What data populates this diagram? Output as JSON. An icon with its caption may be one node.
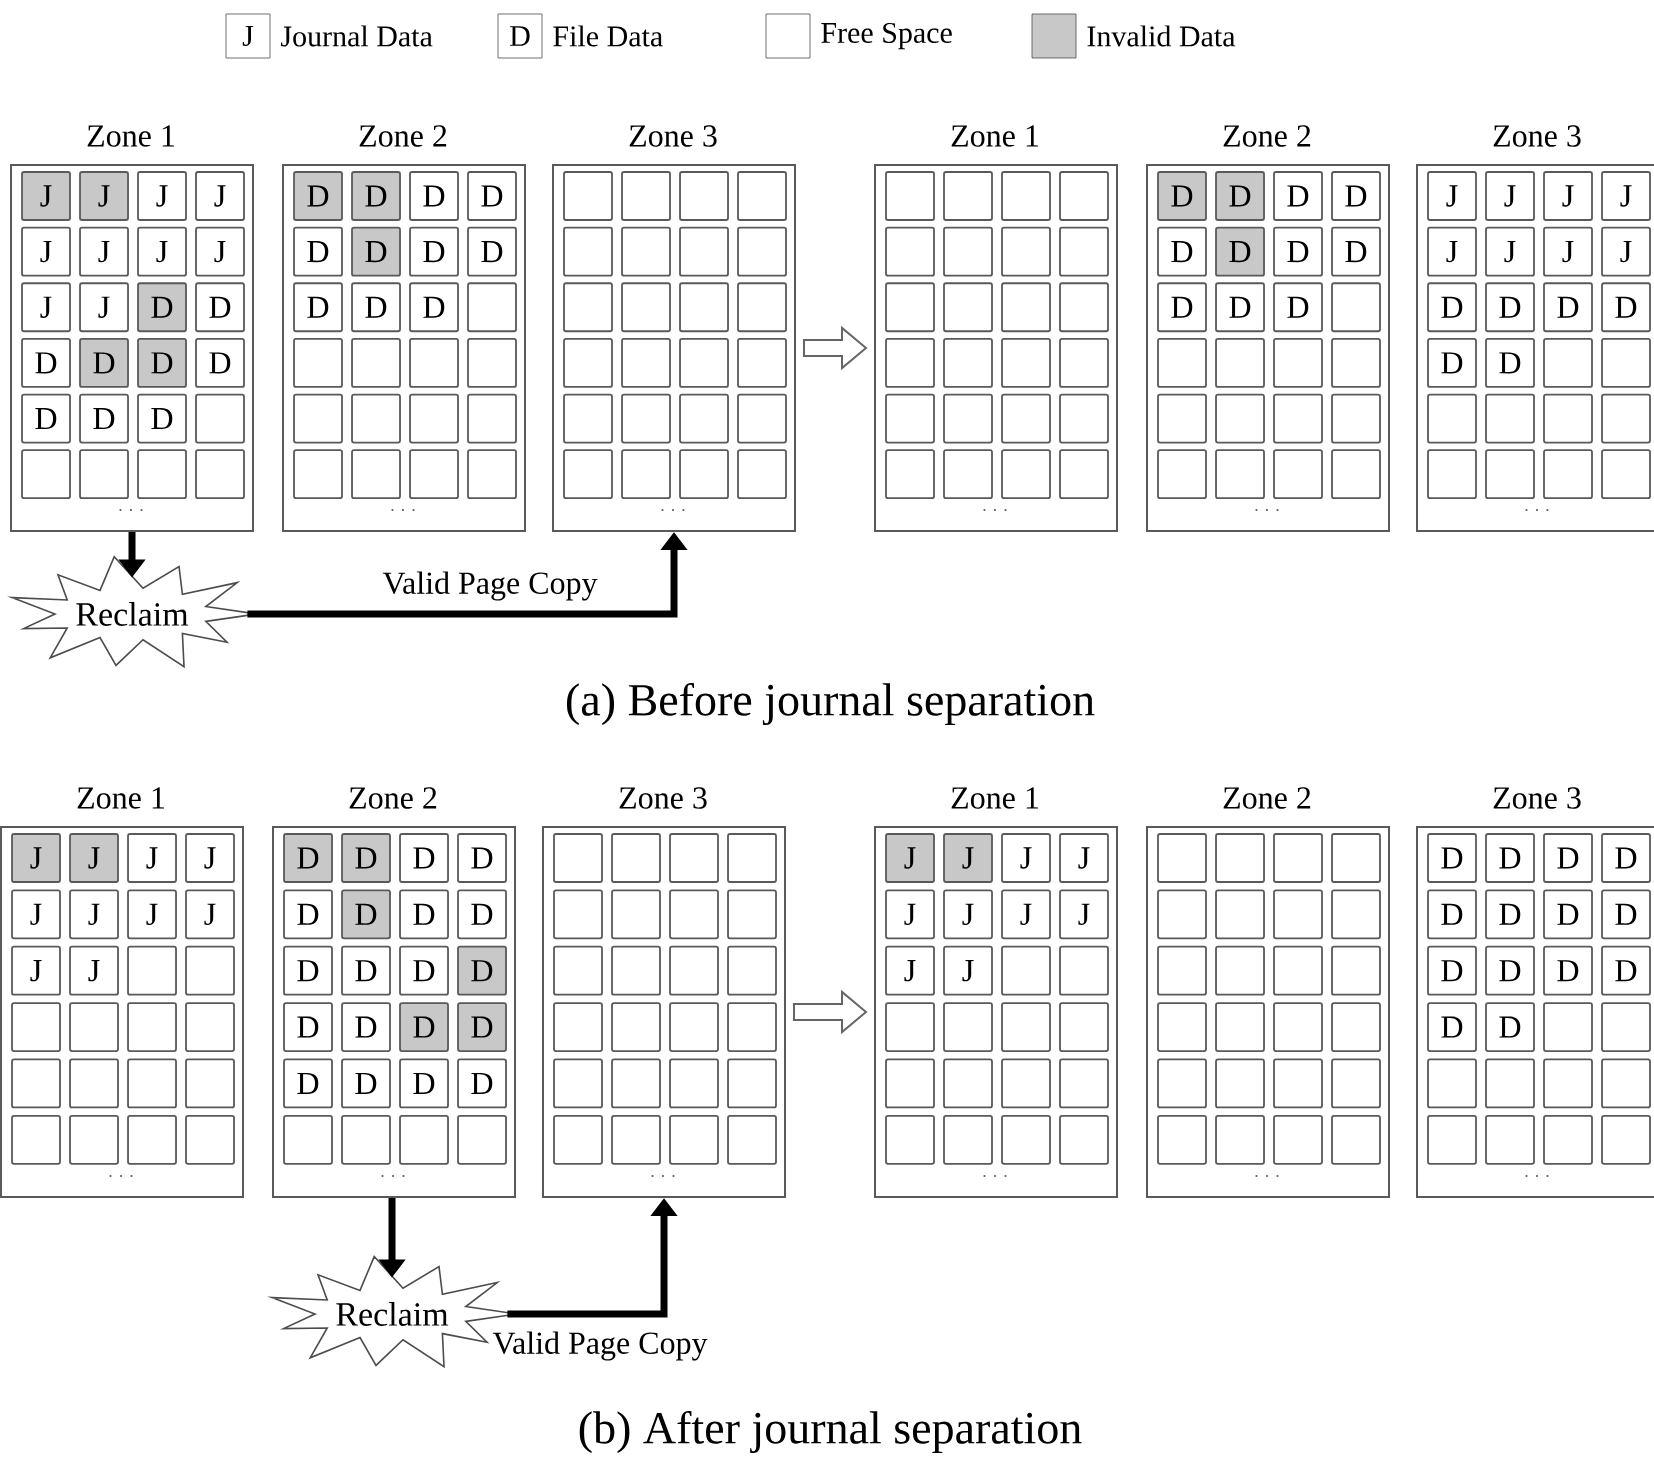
{
  "diagram": {
    "nodes": [
      {
        "text": [
          "Zone 1",
          ". . ."
        ]
      },
      {
        "text": [
          "J"
        ],
        "in": 0
      },
      {
        "text": [
          "J"
        ],
        "in": 0
      },
      {
        "text": [
          "J"
        ],
        "in": 0
      },
      {
        "text": [
          "J"
        ],
        "in": 0
      },
      {
        "text": [
          "J"
        ],
        "in": 0
      },
      {
        "text": [
          "J"
        ],
        "in": 0
      },
      {
        "text": [
          "J"
        ],
        "in": 0
      },
      {
        "text": [
          "J"
        ],
        "in": 0
      },
      {
        "text": [
          "J"
        ],
        "in": 0
      },
      {
        "text": [
          "J"
        ],
        "in": 0
      },
      {
        "text": [
          "D"
        ],
        "in": 0
      },
      {
        "text": [
          "D"
        ],
        "in": 0
      },
      {
        "text": [
          "D"
        ],
        "in": 0
      },
      {
        "text": [
          "D"
        ],
        "in": 0
      },
      {
        "text": [
          "D"
        ],
        "in": 0
      },
      {
        "text": [
          "D"
        ],
        "in": 0
      },
      {
        "text": [
          "D"
        ],
        "in": 0
      },
      {
        "text": [
          "D"
        ],
        "in": 0
      },
      {
        "text": [
          "D"
        ],
        "in": 0
      },
      {
        "text": [],
        "shape": "box",
        "in": 0
      },
      {
        "text": [],
        "shape": "box",
        "in": 0
      },
      {
        "text": [],
        "shape": "box",
        "in": 0
      },
      {
        "text": [],
        "shape": "box",
        "in": 0
      },
      {
        "text": [],
        "shape": "box",
        "in": 0
      },
      {
        "text": [
          "Zone 2",
          ". . ."
        ]
      },
      {
        "text": [
          "D"
        ],
        "in": 25
      },
      {
        "text": [
          "D"
        ],
        "in": 25
      },
      {
        "text": [
          "D"
        ],
        "in": 25
      },
      {
        "text": [
          "D"
        ],
        "in": 25
      },
      {
        "text": [
          "D"
        ],
        "in": 25
      },
      {
        "text": [
          "D"
        ],
        "in": 25
      },
      {
        "text": [
          "D"
        ],
        "in": 25
      },
      {
        "text": [
          "D"
        ],
        "in": 25
      },
      {
        "text": [
          "D"
        ],
        "in": 25
      },
      {
        "text": [
          "D"
        ],
        "in": 25
      },
      {
        "text": [
          "D"
        ],
        "in": 25
      },
      {
        "text": [],
        "shape": "box",
        "in": 25
      },
      {
        "text": [],
        "shape": "box",
        "in": 25
      },
      {
        "text": [],
        "shape": "box",
        "in": 25
      },
      {
        "text": [],
        "shape": "box",
        "in": 25
      },
      {
        "text": [],
        "shape": "box",
        "in": 25
      },
      {
        "text": [],
        "shape": "box",
        "in": 25
      },
      {
        "text": [],
        "shape": "box",
        "in": 25
      },
      {
        "text": [],
        "shape": "box",
        "in": 25
      },
      {
        "text": [],
        "shape": "box",
        "in": 25
      },
      {
        "text": [],
        "shape": "box",
        "in": 25
      },
      {
        "text": [],
        "shape": "box",
        "in": 25
      },
      {
        "text": [],
        "shape": "box",
        "in": 25
      },
      {
        "text": [],
        "shape": "box",
        "in": 25
      },
      {
        "text": [
          "Zone 3",
          ". . ."
        ]
      },
      {
        "text": [],
        "shape": "box",
        "in": 50
      },
      {
        "text": [],
        "shape": "box",
        "in": 50
      },
      {
        "text": [],
        "shape": "box",
        "in": 50
      },
      {
        "text": [],
        "shape": "box",
        "in": 50
      },
      {
        "text": [],
        "shape": "box",
        "in": 50
      },
      {
        "text": [],
        "shape": "box",
        "in": 50
      },
      {
        "text": [],
        "shape": "box",
        "in": 50
      },
      {
        "text": [],
        "shape": "box",
        "in": 50
      },
      {
        "text": [],
        "shape": "box",
        "in": 50
      },
      {
        "text": [],
        "shape": "box",
        "in": 50
      },
      {
        "text": [],
        "shape": "box",
        "in": 50
      },
      {
        "text": [],
        "shape": "box",
        "in": 50
      },
      {
        "text": [],
        "shape": "box",
        "in": 50
      },
      {
        "text": [],
        "shape": "box",
        "in": 50
      },
      {
        "text": [],
        "shape": "box",
        "in": 50
      },
      {
        "text": [],
        "shape": "box",
        "in": 50
      },
      {
        "text": [],
        "shape": "box",
        "in": 50
      },
      {
        "text": [],
        "shape": "box",
        "in": 50
      },
      {
        "text": [],
        "shape": "box",
        "in": 50
      },
      {
        "text": [],
        "shape": "box",
        "in": 50
      },
      {
        "text": [],
        "shape": "box",
        "in": 50
      },
      {
        "text": [],
        "shape": "box",
        "in": 50
      },
      {
        "text": [],
        "shape": "box",
        "in": 50
      },
      {
        "text": [],
        "shape": "box",
        "in": 50
      },
      {
        "text": [
          "Zone 1",
          ". . ."
        ]
      },
      {
        "text": [],
        "shape": "box",
        "in": 75
      },
      {
        "text": [],
        "shape": "box",
        "in": 75
      },
      {
        "text": [],
        "shape": "box",
        "in": 75
      },
      {
        "text": [],
        "shape": "box",
        "in": 75
      },
      {
        "text": [],
        "shape": "box",
        "in": 75
      },
      {
        "text": [],
        "shape": "box",
        "in": 75
      },
      {
        "text": [],
        "shape": "box",
        "in": 75
      },
      {
        "text": [],
        "shape": "box",
        "in": 75
      },
      {
        "text": [],
        "shape": "box",
        "in": 75
      },
      {
        "text": [],
        "shape": "box",
        "in": 75
      },
      {
        "text": [],
        "shape": "box",
        "in": 75
      },
      {
        "text": [],
        "shape": "box",
        "in": 75
      },
      {
        "text": [],
        "shape": "box",
        "in": 75
      },
      {
        "text": [],
        "shape": "box",
        "in": 75
      },
      {
        "text": [],
        "shape": "box",
        "in": 75
      },
      {
        "text": [],
        "shape": "box",
        "in": 75
      },
      {
        "text": [],
        "shape": "box",
        "in": 75
      },
      {
        "text": [],
        "shape": "box",
        "in": 75
      },
      {
        "text": [],
        "shape": "box",
        "in": 75
      },
      {
        "text": [],
        "shape": "box",
        "in": 75
      },
      {
        "text": [],
        "shape": "box",
        "in": 75
      },
      {
        "text": [],
        "shape": "box",
        "in": 75
      },
      {
        "text": [],
        "shape": "box",
        "in": 75
      },
      {
        "text": [],
        "shape": "box",
        "in": 75
      },
      {
        "text": [
          "Zone 2",
          ". . ."
        ]
      },
      {
        "text": [
          "D"
        ],
        "in": 100
      },
      {
        "text": [
          "D"
        ],
        "in": 100
      },
      {
        "text": [
          "D"
        ],
        "in": 100
      },
      {
        "text": [
          "D"
        ],
        "in": 100
      },
      {
        "text": [
          "D"
        ],
        "in": 100
      },
      {
        "text": [
          "D"
        ],
        "in": 100
      },
      {
        "text": [
          "D"
        ],
        "in": 100
      },
      {
        "text": [
          "D"
        ],
        "in": 100
      },
      {
        "text": [
          "D"
        ],
        "in": 100
      },
      {
        "text": [
          "D"
        ],
        "in": 100
      },
      {
        "text": [
          "D"
        ],
        "in": 100
      },
      {
        "text": [],
        "shape": "box",
        "in": 100
      },
      {
        "text": [],
        "shape": "box",
        "in": 100
      },
      {
        "text": [],
        "shape": "box",
        "in": 100
      },
      {
        "text": [],
        "shape": "box",
        "in": 100
      },
      {
        "text": [],
        "shape": "box",
        "in": 100
      },
      {
        "text": [],
        "shape": "box",
        "in": 100
      },
      {
        "text": [],
        "shape": "box",
        "in": 100
      },
      {
        "text": [],
        "shape": "box",
        "in": 100
      },
      {
        "text": [],
        "shape": "box",
        "in": 100
      },
      {
        "text": [],
        "shape": "box",
        "in": 100
      },
      {
        "text": [],
        "shape": "box",
        "in": 100
      },
      {
        "text": [],
        "shape": "box",
        "in": 100
      },
      {
        "text": [],
        "shape": "box",
        "in": 100
      },
      {
        "text": [
          "Zone 3",
          ". . ."
        ]
      },
      {
        "text": [
          "J"
        ],
        "in": 125
      },
      {
        "text": [
          "J"
        ],
        "in": 125
      },
      {
        "text": [
          "J"
        ],
        "in": 125
      },
      {
        "text": [
          "J"
        ],
        "in": 125
      },
      {
        "text": [
          "J"
        ],
        "in": 125
      },
      {
        "text": [
          "J"
        ],
        "in": 125
      },
      {
        "text": [
          "J"
        ],
        "in": 125
      },
      {
        "text": [
          "J"
        ],
        "in": 125
      },
      {
        "text": [
          "D"
        ],
        "in": 125
      },
      {
        "text": [
          "D"
        ],
        "in": 125
      },
      {
        "text": [
          "D"
        ],
        "in": 125
      },
      {
        "text": [
          "D"
        ],
        "in": 125
      },
      {
        "text": [
          "D"
        ],
        "in": 125
      },
      {
        "text": [
          "D"
        ],
        "in": 125
      },
      {
        "text": [],
        "shape": "box",
        "in": 125
      },
      {
        "text": [],
        "shape": "box",
        "in": 125
      },
      {
        "text": [],
        "shape": "box",
        "in": 125
      },
      {
        "text": [],
        "shape": "box",
        "in": 125
      },
      {
        "text": [],
        "shape": "box",
        "in": 125
      },
      {
        "text": [],
        "shape": "box",
        "in": 125
      },
      {
        "text": [],
        "shape": "box",
        "in": 125
      },
      {
        "text": [],
        "shape": "box",
        "in": 125
      },
      {
        "text": [],
        "shape": "box",
        "in": 125
      },
      {
        "text": [],
        "shape": "box",
        "in": 125
      },
      {
        "text": [
          "Reclaim"
        ]
      },
      {
        "text": [
          "Zone 1",
          ". . ."
        ]
      },
      {
        "text": [
          "J"
        ],
        "in": 151
      },
      {
        "text": [
          "J"
        ],
        "in": 151
      },
      {
        "text": [
          "J"
        ],
        "in": 151
      },
      {
        "text": [
          "J"
        ],
        "in": 151
      },
      {
        "text": [
          "J"
        ],
        "in": 151
      },
      {
        "text": [
          "J"
        ],
        "in": 151
      },
      {
        "text": [
          "J"
        ],
        "in": 151
      },
      {
        "text": [
          "J"
        ],
        "in": 151
      },
      {
        "text": [
          "J"
        ],
        "in": 151
      },
      {
        "text": [
          "J"
        ],
        "in": 151
      },
      {
        "text": [],
        "shape": "box",
        "in": 151
      },
      {
        "text": [],
        "shape": "box",
        "in": 151
      },
      {
        "text": [],
        "shape": "box",
        "in": 151
      },
      {
        "text": [],
        "shape": "box",
        "in": 151
      },
      {
        "text": [],
        "shape": "box",
        "in": 151
      },
      {
        "text": [],
        "shape": "box",
        "in": 151
      },
      {
        "text": [],
        "shape": "box",
        "in": 151
      },
      {
        "text": [],
        "shape": "box",
        "in": 151
      },
      {
        "text": [],
        "shape": "box",
        "in": 151
      },
      {
        "text": [],
        "shape": "box",
        "in": 151
      },
      {
        "text": [],
        "shape": "box",
        "in": 151
      },
      {
        "text": [],
        "shape": "box",
        "in": 151
      },
      {
        "text": [],
        "shape": "box",
        "in": 151
      },
      {
        "text": [],
        "shape": "box",
        "in": 151
      },
      {
        "text": [
          "Zone 2",
          ". . ."
        ]
      },
      {
        "text": [
          "D"
        ],
        "in": 176
      },
      {
        "text": [
          "D"
        ],
        "in": 176
      },
      {
        "text": [
          "D"
        ],
        "in": 176
      },
      {
        "text": [
          "D"
        ],
        "in": 176
      },
      {
        "text": [
          "D"
        ],
        "in": 176
      },
      {
        "text": [
          "D"
        ],
        "in": 176
      },
      {
        "text": [
          "D"
        ],
        "in": 176
      },
      {
        "text": [
          "D"
        ],
        "in": 176
      },
      {
        "text": [
          "D"
        ],
        "in": 176
      },
      {
        "text": [
          "D"
        ],
        "in": 176
      },
      {
        "text": [
          "D"
        ],
        "in": 176
      },
      {
        "text": [
          "D"
        ],
        "in": 176
      },
      {
        "text": [
          "D"
        ],
        "in": 176
      },
      {
        "text": [
          "D"
        ],
        "in": 176
      },
      {
        "text": [
          "D"
        ],
        "in": 176
      },
      {
        "text": [
          "D"
        ],
        "in": 176
      },
      {
        "text": [
          "D"
        ],
        "in": 176
      },
      {
        "text": [
          "D"
        ],
        "in": 176
      },
      {
        "text": [
          "D"
        ],
        "in": 176
      },
      {
        "text": [
          "D"
        ],
        "in": 176
      },
      {
        "text": [],
        "shape": "box",
        "in": 176
      },
      {
        "text": [],
        "shape": "box",
        "in": 176
      },
      {
        "text": [],
        "shape": "box",
        "in": 176
      },
      {
        "text": [],
        "shape": "box",
        "in": 176
      },
      {
        "text": [
          "Zone 3",
          ". . ."
        ]
      },
      {
        "text": [],
        "shape": "box",
        "in": 201
      },
      {
        "text": [],
        "shape": "box",
        "in": 201
      },
      {
        "text": [],
        "shape": "box",
        "in": 201
      },
      {
        "text": [],
        "shape": "box",
        "in": 201
      },
      {
        "text": [],
        "shape": "box",
        "in": 201
      },
      {
        "text": [],
        "shape": "box",
        "in": 201
      },
      {
        "text": [],
        "shape": "box",
        "in": 201
      },
      {
        "text": [],
        "shape": "box",
        "in": 201
      },
      {
        "text": [],
        "shape": "box",
        "in": 201
      },
      {
        "text": [],
        "shape": "box",
        "in": 201
      },
      {
        "text": [],
        "shape": "box",
        "in": 201
      },
      {
        "text": [],
        "shape": "box",
        "in": 201
      },
      {
        "text": [],
        "shape": "box",
        "in": 201
      },
      {
        "text": [],
        "shape": "box",
        "in": 201
      },
      {
        "text": [],
        "shape": "box",
        "in": 201
      },
      {
        "text": [],
        "shape": "box",
        "in": 201
      },
      {
        "text": [],
        "shape": "box",
        "in": 201
      },
      {
        "text": [],
        "shape": "box",
        "in": 201
      },
      {
        "text": [],
        "shape": "box",
        "in": 201
      },
      {
        "text": [],
        "shape": "box",
        "in": 201
      },
      {
        "text": [],
        "shape": "box",
        "in": 201
      },
      {
        "text": [],
        "shape": "box",
        "in": 201
      },
      {
        "text": [],
        "shape": "box",
        "in": 201
      },
      {
        "text": [],
        "shape": "box",
        "in": 201
      },
      {
        "text": [
          "Zone 1",
          ". . ."
        ]
      },
      {
        "text": [
          "J"
        ],
        "in": 226
      },
      {
        "text": [
          "J"
        ],
        "in": 226
      },
      {
        "text": [
          "J"
        ],
        "in": 226
      },
      {
        "text": [
          "J"
        ],
        "in": 226
      },
      {
        "text": [
          "J"
        ],
        "in": 226
      },
      {
        "text": [
          "J"
        ],
        "in": 226
      },
      {
        "text": [
          "J"
        ],
        "in": 226
      },
      {
        "text": [
          "J"
        ],
        "in": 226
      },
      {
        "text": [
          "J"
        ],
        "in": 226
      },
      {
        "text": [
          "J"
        ],
        "in": 226
      },
      {
        "text": [],
        "shape": "box",
        "in": 226
      },
      {
        "text": [],
        "shape": "box",
        "in": 226
      },
      {
        "text": [],
        "shape": "box",
        "in": 226
      },
      {
        "text": [],
        "shape": "box",
        "in": 226
      },
      {
        "text": [],
        "shape": "box",
        "in": 226
      },
      {
        "text": [],
        "shape": "box",
        "in": 226
      },
      {
        "text": [],
        "shape": "box",
        "in": 226
      },
      {
        "text": [],
        "shape": "box",
        "in": 226
      },
      {
        "text": [],
        "shape": "box",
        "in": 226
      },
      {
        "text": [],
        "shape": "box",
        "in": 226
      },
      {
        "text": [],
        "shape": "box",
        "in": 226
      },
      {
        "text": [],
        "shape": "box",
        "in": 226
      },
      {
        "text": [],
        "shape": "box",
        "in": 226
      },
      {
        "text": [],
        "shape": "box",
        "in": 226
      },
      {
        "text": [
          "Zone 2",
          ". . ."
        ]
      },
      {
        "text": [],
        "shape": "box",
        "in": 251
      },
      {
        "text": [],
        "shape": "box",
        "in": 251
      },
      {
        "text": [],
        "shape": "box",
        "in": 251
      },
      {
        "text": [],
        "shape": "box",
        "in": 251
      },
      {
        "text": [],
        "shape": "box",
        "in": 251
      },
      {
        "text": [],
        "shape": "box",
        "in": 251
      },
      {
        "text": [],
        "shape": "box",
        "in": 251
      },
      {
        "text": [],
        "shape": "box",
        "in": 251
      },
      {
        "text": [],
        "shape": "box",
        "in": 251
      },
      {
        "text": [],
        "shape": "box",
        "in": 251
      },
      {
        "text": [],
        "shape": "box",
        "in": 251
      },
      {
        "text": [],
        "shape": "box",
        "in": 251
      },
      {
        "text": [],
        "shape": "box",
        "in": 251
      },
      {
        "text": [],
        "shape": "box",
        "in": 251
      },
      {
        "text": [],
        "shape": "box",
        "in": 251
      },
      {
        "text": [],
        "shape": "box",
        "in": 251
      },
      {
        "text": [],
        "shape": "box",
        "in": 251
      },
      {
        "text": [],
        "shape": "box",
        "in": 251
      },
      {
        "text": [],
        "shape": "box",
        "in": 251
      },
      {
        "text": [],
        "shape": "box",
        "in": 251
      },
      {
        "text": [],
        "shape": "box",
        "in": 251
      },
      {
        "text": [],
        "shape": "box",
        "in": 251
      },
      {
        "text": [],
        "shape": "box",
        "in": 251
      },
      {
        "text": [],
        "shape": "box",
        "in": 251
      },
      {
        "text": [
          "Zone 3",
          ". . ."
        ]
      },
      {
        "text": [
          "D"
        ],
        "in": 276
      },
      {
        "text": [
          "D"
        ],
        "in": 276
      },
      {
        "text": [
          "D"
        ],
        "in": 276
      },
      {
        "text": [
          "D"
        ],
        "in": 276
      },
      {
        "text": [
          "D"
        ],
        "in": 276
      },
      {
        "text": [
          "D"
        ],
        "in": 276
      },
      {
        "text": [
          "D"
        ],
        "in": 276
      },
      {
        "text": [
          "D"
        ],
        "in": 276
      },
      {
        "text": [
          "D"
        ],
        "in": 276
      },
      {
        "text": [
          "D"
        ],
        "in": 276
      },
      {
        "text": [
          "D"
        ],
        "in": 276
      },
      {
        "text": [
          "D"
        ],
        "in": 276
      },
      {
        "text": [
          "D"
        ],
        "in": 276
      },
      {
        "text": [
          "D"
        ],
        "in": 276
      },
      {
        "text": [],
        "shape": "box",
        "in": 276
      },
      {
        "text": [],
        "shape": "box",
        "in": 276
      },
      {
        "text": [],
        "shape": "box",
        "in": 276
      },
      {
        "text": [],
        "shape": "box",
        "in": 276
      },
      {
        "text": [],
        "shape": "box",
        "in": 276
      },
      {
        "text": [],
        "shape": "box",
        "in": 276
      },
      {
        "text": [],
        "shape": "box",
        "in": 276
      },
      {
        "text": [],
        "shape": "box",
        "in": 276
      },
      {
        "text": [],
        "shape": "box",
        "in": 276
      },
      {
        "text": [],
        "shape": "box",
        "in": 276
      },
      {
        "text": [
          "Reclaim"
        ]
      }
    ],
    "edges": [
      {
        "from": 0,
        "to": 150,
        "arrow": "to"
      },
      {
        "from": 150,
        "to": 50,
        "arrow": "to",
        "label": "Valid Page Copy"
      },
      {
        "from": 50,
        "to": 75,
        "arrow": "to"
      },
      {
        "from": 176,
        "to": 301,
        "arrow": "to"
      },
      {
        "from": 301,
        "to": 201,
        "arrow": "to",
        "label": "Valid Page Copy"
      },
      {
        "from": 201,
        "to": 226,
        "arrow": "to"
      }
    ],
    "labels": [
      "J",
      "D",
      "(a) Before journal separation",
      "(b) After journal separation"
    ],
    "legend": [
      {
        "text": "Journal Data"
      },
      {
        "text": "File Data"
      },
      {
        "text": "Free Space"
      },
      {
        "text": "Invalid Data",
        "color": "#c8c8c8"
      }
    ]
  }
}
